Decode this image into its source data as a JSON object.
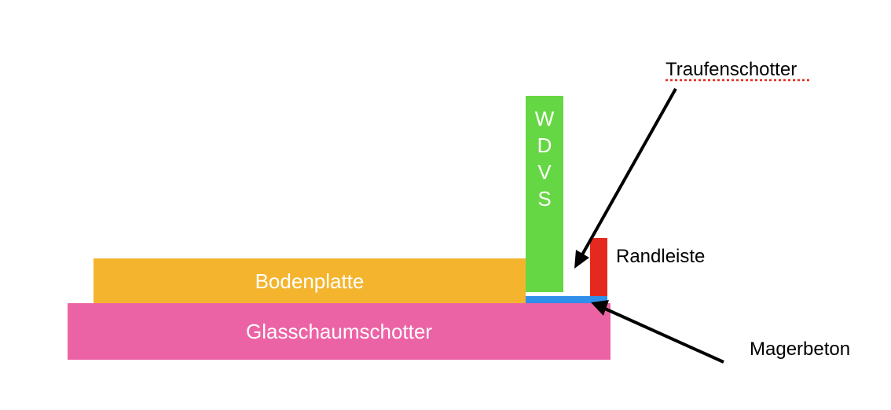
{
  "diagram": {
    "blocks": {
      "glasschaumschotter": {
        "label": "Glasschaumschotter",
        "color": "#EC63A5"
      },
      "bodenplatte": {
        "label": "Bodenplatte",
        "color": "#F4B42E"
      },
      "wdvs": {
        "letters": [
          "W",
          "D",
          "V",
          "S"
        ],
        "color": "#66D744"
      },
      "magerbeton": {
        "color": "#2F8FEA"
      },
      "randleiste": {
        "color": "#E5291F"
      }
    },
    "labels": {
      "traufenschotter": "Traufenschotter",
      "randleiste": "Randleiste",
      "magerbeton": "Magerbeton"
    },
    "arrow_color": "#000000",
    "spellcheck_color": "#E5291F"
  }
}
